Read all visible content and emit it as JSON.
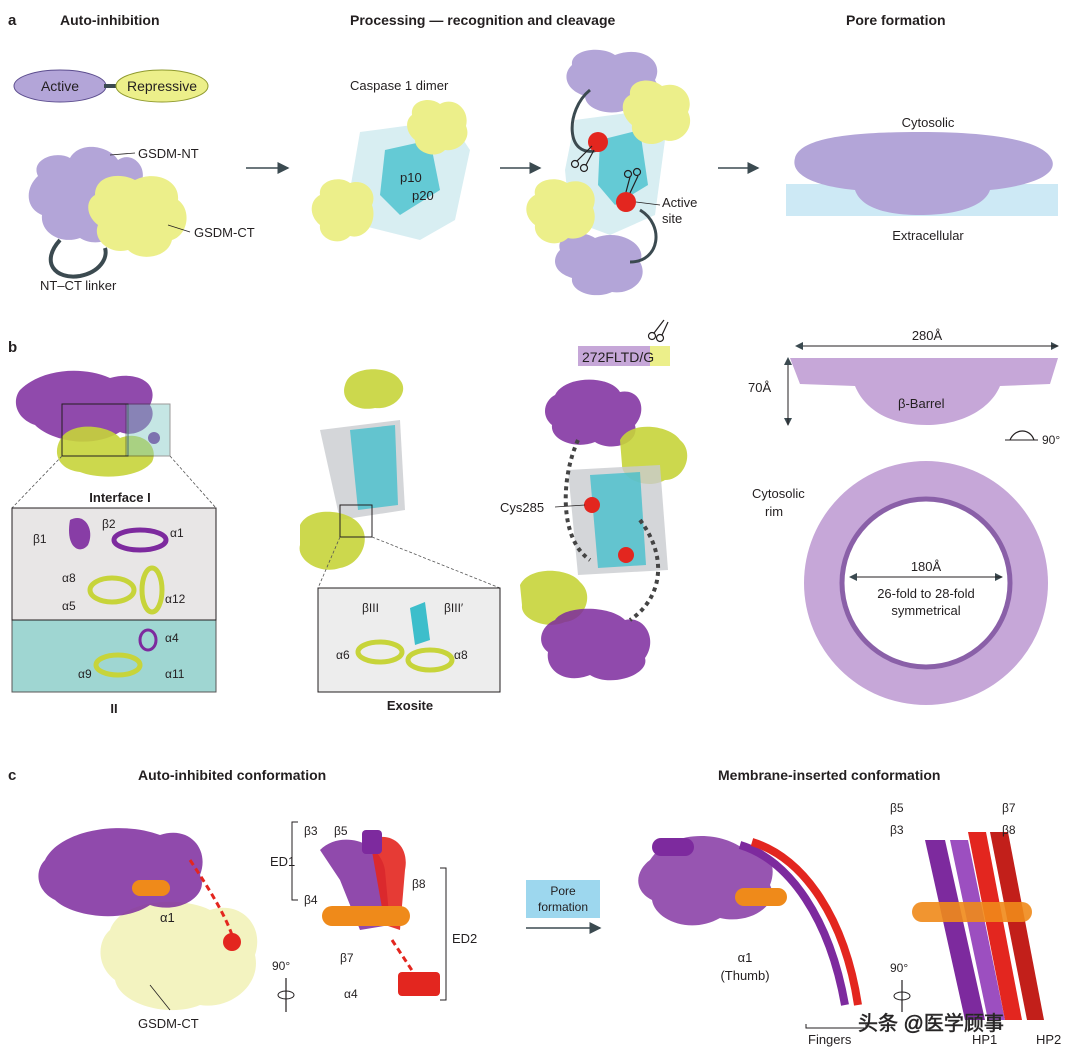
{
  "panel_a": {
    "letter": "a",
    "title_left": "Auto-inhibition",
    "title_mid": "Processing — recognition and cleavage",
    "title_right": "Pore formation",
    "legend_active": "Active",
    "legend_repressive": "Repressive",
    "label_gsdm_nt": "GSDM-NT",
    "label_gsdm_ct": "GSDM-CT",
    "label_linker": "NT–CT linker",
    "label_caspase_dimer": "Caspase 1 dimer",
    "label_p10": "p10",
    "label_p20": "p20",
    "label_active_site_1": "Active",
    "label_active_site_2": "site",
    "label_cytosolic": "Cytosolic",
    "label_extracellular": "Extracellular"
  },
  "panel_b": {
    "letter": "b",
    "label_interface_i": "Interface I",
    "label_ii": "II",
    "labels_interface": [
      "β2",
      "β1",
      "α1",
      "α8",
      "α5",
      "α12",
      "α4",
      "α9",
      "α11"
    ],
    "label_exosite": "Exosite",
    "labels_exosite": [
      "βIII",
      "βIII′",
      "α6",
      "α8"
    ],
    "label_sequence": "272FLTD/G",
    "label_cys": "Cys285",
    "label_280": "280Å",
    "label_70": "70Å",
    "label_barrel": "β-Barrel",
    "label_rotate": "90°",
    "label_rim_1": "Cytosolic",
    "label_rim_2": "rim",
    "label_180": "180Å",
    "label_fold_1": "26-fold to 28-fold",
    "label_fold_2": "symmetrical"
  },
  "panel_c": {
    "letter": "c",
    "title_left": "Auto-inhibited conformation",
    "title_right": "Membrane-inserted conformation",
    "label_alpha1": "α1",
    "label_gsdm_ct": "GSDM-CT",
    "label_rot_left": "90°",
    "label_ed1": "ED1",
    "label_ed2": "ED2",
    "labels_left_strands": [
      "β3",
      "β5",
      "β4",
      "β8",
      "β7",
      "α4"
    ],
    "pore_box_1": "Pore",
    "pore_box_2": "formation",
    "label_alpha1_thumb_1": "α1",
    "label_alpha1_thumb_2": "(Thumb)",
    "label_fingers": "Fingers",
    "label_rot_right": "90°",
    "labels_right_strands": [
      "β5",
      "β7",
      "β3",
      "β8"
    ],
    "label_hp1": "HP1",
    "label_hp2": "HP2"
  },
  "watermark": "头条 @医学顾事",
  "colors": {
    "purple": "#b3a5d8",
    "purple_dark": "#7d2a9e",
    "yellow": "#ecef8a",
    "yellow_dark": "#c7d43a",
    "cyan": "#3dbecb",
    "cyan_light": "#d8eef2",
    "membrane": "#cde9f5",
    "red": "#e3261f",
    "orange": "#ef8a1a",
    "interface_grey": "#e8e6e6",
    "interface_teal": "#7fc9c4",
    "pore_box": "#9dd7ee"
  }
}
